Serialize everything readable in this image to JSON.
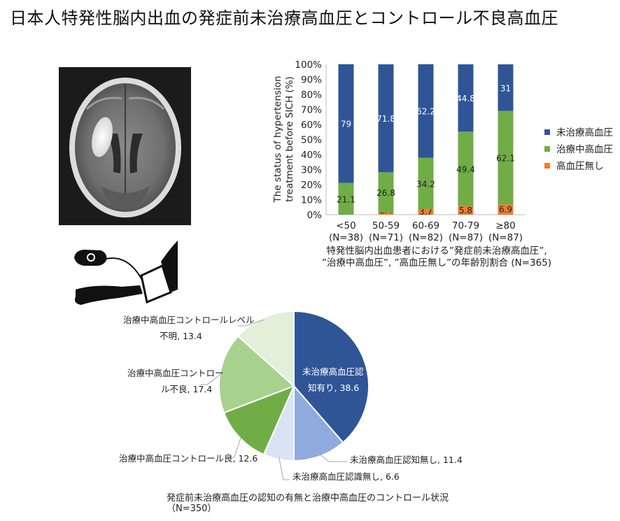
{
  "title": "日本人特発性脳内出血の発症前未治療高血圧とコントロール不良高血圧",
  "captions": {
    "bar_line1": "特発性脳内出血患者における”発症前未治療高血圧”,",
    "bar_line2": "”治療中高血圧”, ”高血圧無し”の年齢別割合 (N=365)",
    "pie_line1": "発症前未治療高血圧の認知の有無と治療中高血圧のコントロール状況",
    "pie_line2": "（N=350）"
  },
  "images": {
    "ct": "brain-ct-scan-image",
    "bp": "blood-pressure-cuff-icon"
  },
  "chart_data": [
    {
      "type": "bar",
      "stacked": true,
      "ylabel_line1": "The status of hypertension",
      "ylabel_line2": "treatment before SICH (%)",
      "ylim": [
        0,
        100
      ],
      "yticks": [
        "0%",
        "10%",
        "20%",
        "30%",
        "40%",
        "50%",
        "60%",
        "70%",
        "80%",
        "90%",
        "100%"
      ],
      "categories": [
        {
          "label": "<50",
          "n": "(N=38)"
        },
        {
          "label": "50-59",
          "n": "(N=71)"
        },
        {
          "label": "60-69",
          "n": "(N=82)"
        },
        {
          "label": "70-79",
          "n": "(N=87)"
        },
        {
          "label": "≥80",
          "n": "(N=87)"
        }
      ],
      "series": [
        {
          "name": "高血圧無し",
          "color": "#ed7d31",
          "values": [
            0,
            1.4,
            3.7,
            5.8,
            6.9
          ],
          "labels": [
            "0",
            "1.4",
            "3.7",
            "5.8",
            "6.9"
          ]
        },
        {
          "name": "治療中高血圧",
          "color": "#70ad47",
          "values": [
            21.1,
            26.8,
            34.2,
            49.4,
            62.1
          ],
          "labels": [
            "21.1",
            "26.8",
            "34.2",
            "49.4",
            "62.1"
          ]
        },
        {
          "name": "未治療高血圧",
          "color": "#2f5597",
          "values": [
            79,
            71.8,
            62.2,
            44.8,
            31
          ],
          "labels": [
            "79",
            "71.8",
            "62.2",
            "44.8",
            "31"
          ]
        }
      ],
      "legend": [
        {
          "name": "未治療高血圧",
          "color": "#2f5597"
        },
        {
          "name": "治療中高血圧",
          "color": "#70ad47"
        },
        {
          "name": "高血圧無し",
          "color": "#ed7d31"
        }
      ],
      "legend_position": "right",
      "grid": false
    },
    {
      "type": "pie",
      "slices": [
        {
          "label_line1": "未治療高血圧認",
          "label_line2": "知有り, 38.6",
          "value": 38.6,
          "color": "#2f5597"
        },
        {
          "label_line1": "未治療高血圧認知無し, 11.4",
          "label_line2": "",
          "value": 11.4,
          "color": "#8faadc"
        },
        {
          "label_line1": "未治療高血圧認識無し, 6.6",
          "label_line2": "",
          "value": 6.6,
          "color": "#dae3f3"
        },
        {
          "label_line1": "治療中高血圧コントロール良, 12.6",
          "label_line2": "",
          "value": 12.6,
          "color": "#70ad47"
        },
        {
          "label_line1": "治療中高血圧コントロー",
          "label_line2": "ル不良, 17.4",
          "value": 17.4,
          "color": "#a9d18e"
        },
        {
          "label_line1": "治療中高血圧コントロールレベル",
          "label_line2": "不明, 13.4",
          "value": 13.4,
          "color": "#e2efd9"
        }
      ]
    }
  ]
}
